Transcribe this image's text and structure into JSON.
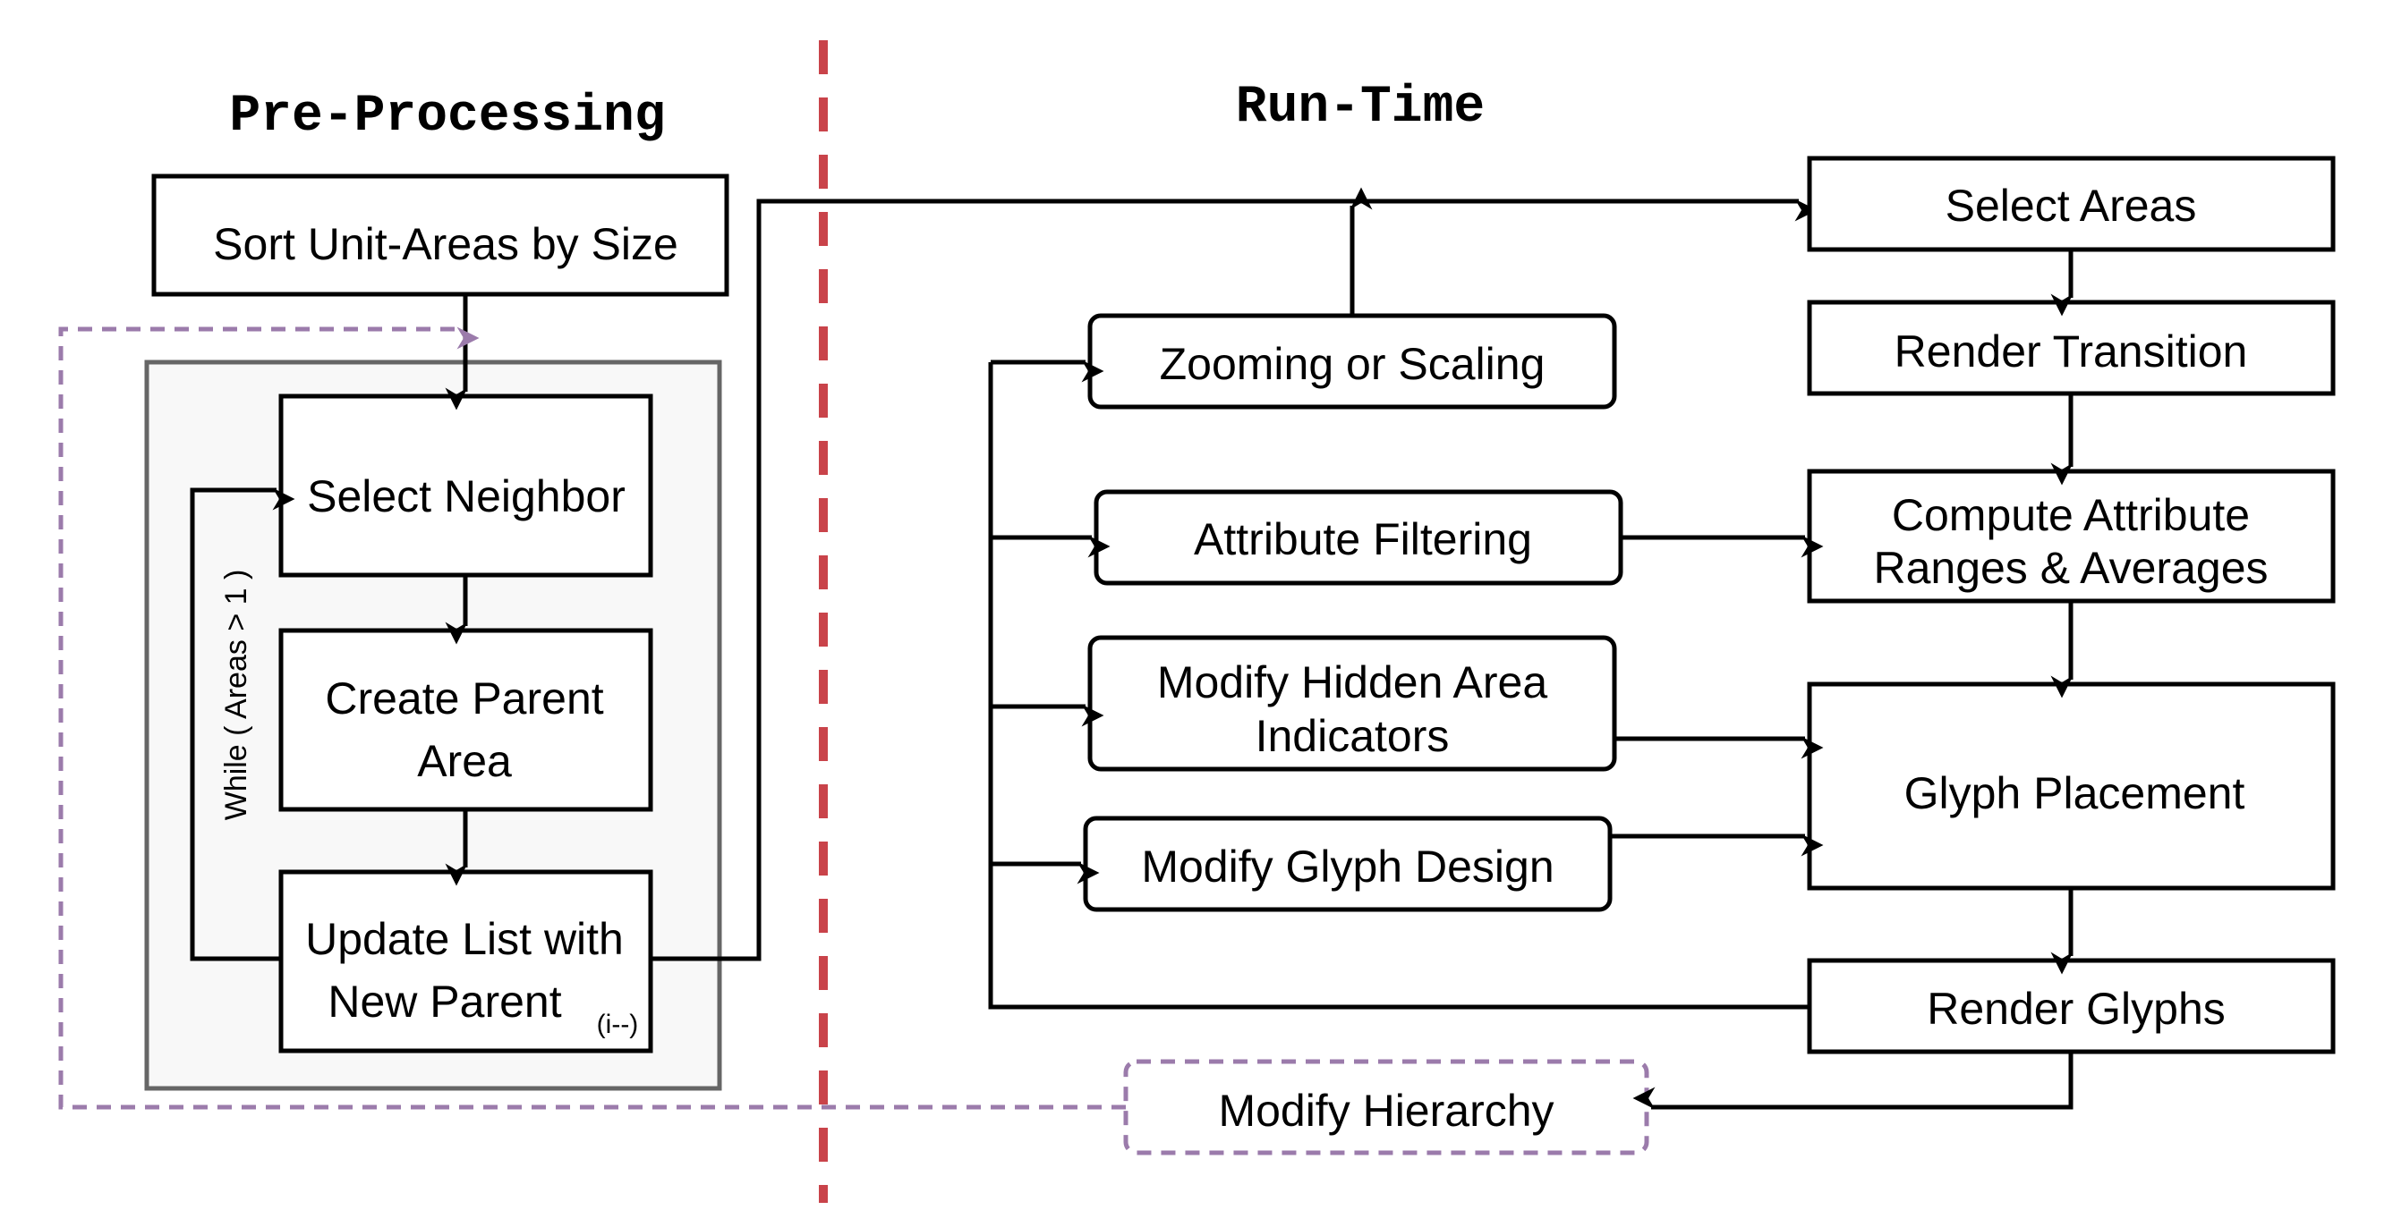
{
  "headings": {
    "pre_processing": "Pre-Processing",
    "run_time": "Run-Time"
  },
  "pre": {
    "sort": "Sort Unit-Areas by Size",
    "select_neighbor": "Select Neighbor",
    "create_parent_line1": "Create Parent",
    "create_parent_line2": "Area",
    "update_line1": "Update List with",
    "update_line2": "New Parent",
    "update_sub": "(i--)",
    "loop_label": "While ( Areas > 1 )"
  },
  "run": {
    "select_areas": "Select Areas",
    "render_transition": "Render Transition",
    "compute_line1": "Compute Attribute",
    "compute_line2": "Ranges & Averages",
    "glyph_placement": "Glyph Placement",
    "render_glyphs": "Render Glyphs",
    "zooming": "Zooming or Scaling",
    "attribute_filtering": "Attribute Filtering",
    "hidden_line1": "Modify Hidden Area",
    "hidden_line2": "Indicators",
    "glyph_design": "Modify Glyph Design",
    "modify_hierarchy": "Modify Hierarchy"
  },
  "colors": {
    "divider": "#c9434a",
    "hierarchy_loop": "#9b7bab",
    "loop_panel_fill": "#f8f8f8",
    "loop_panel_border": "#666666"
  }
}
